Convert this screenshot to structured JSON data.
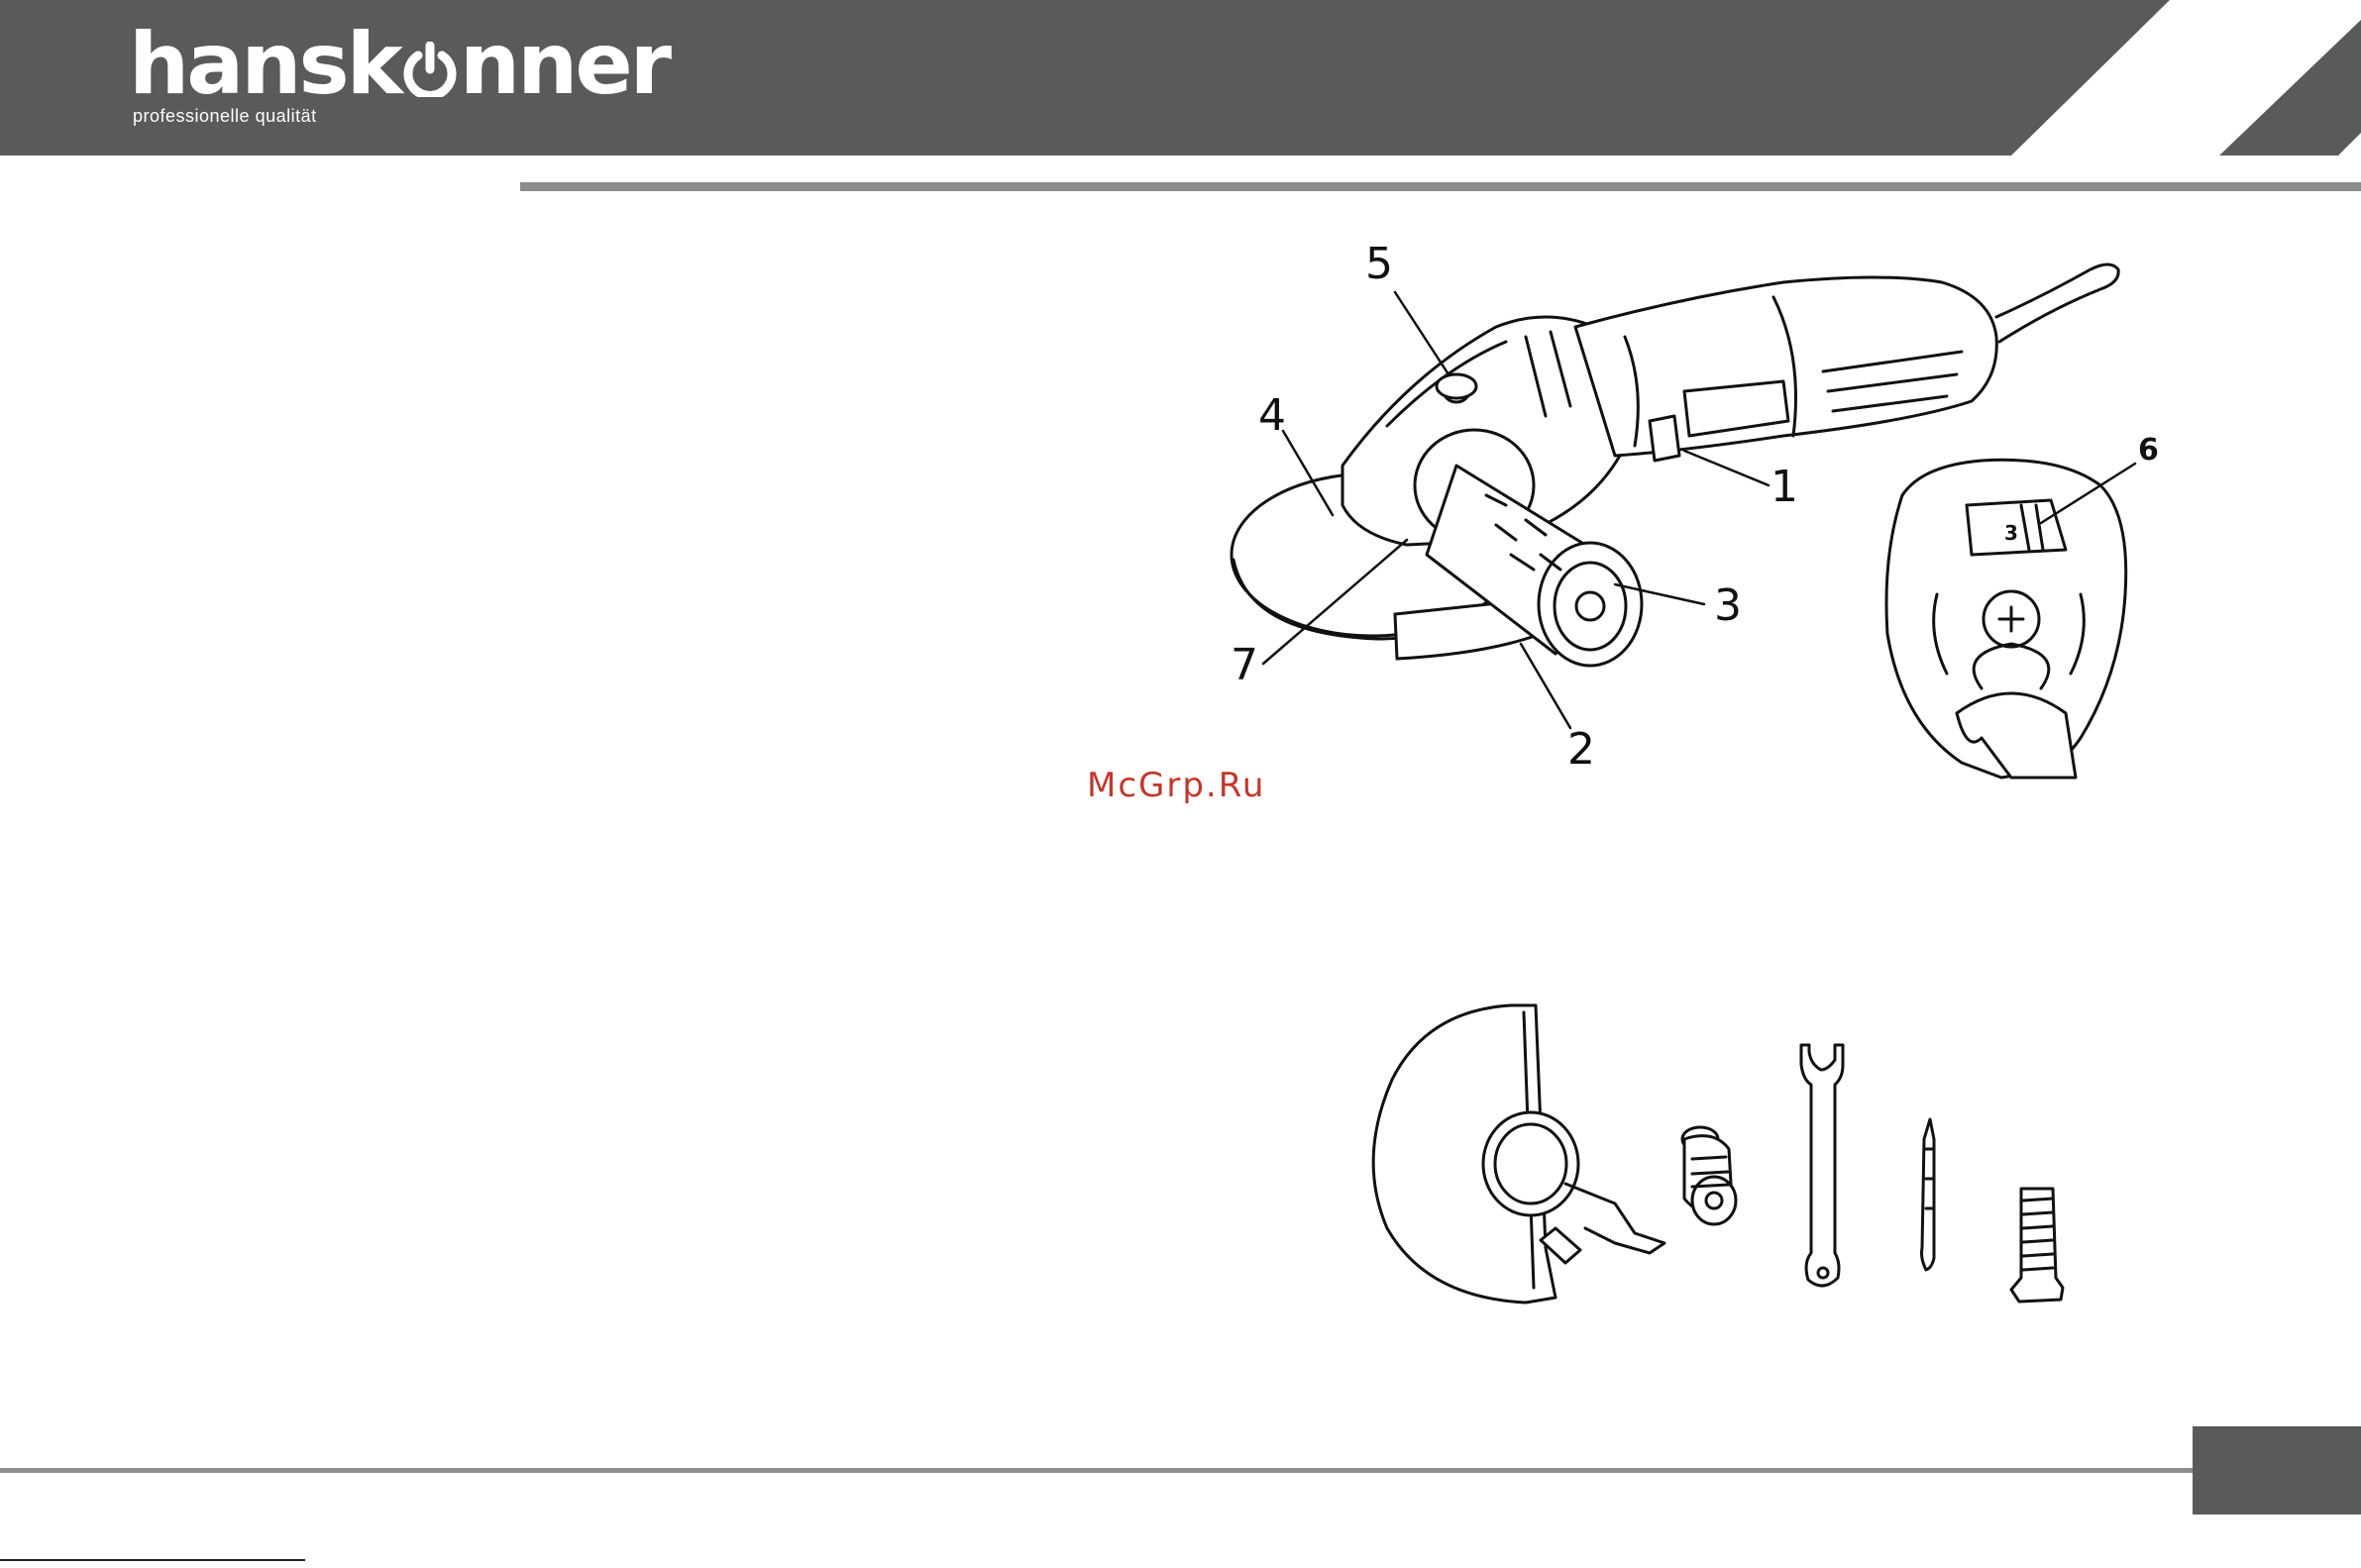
{
  "brand": {
    "logo_pre": "hansk",
    "logo_post": "nner",
    "tagline": "professionelle qualität"
  },
  "figure": {
    "callouts": [
      "1",
      "2",
      "3",
      "4",
      "5",
      "6",
      "7"
    ],
    "dial_value": "3"
  },
  "watermark": "McGrp.Ru",
  "colors": {
    "header": "#5a5a5a",
    "rule": "#8c8c8c",
    "watermark": "#c0392b"
  }
}
